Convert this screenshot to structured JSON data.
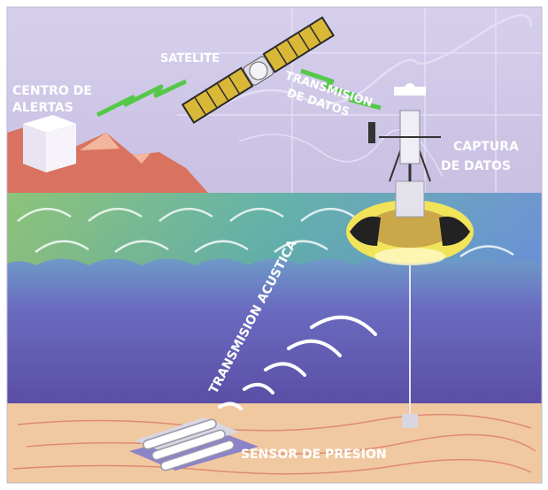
{
  "labels": {
    "satellite": "SATELITE",
    "alert_center_line1": "CENTRO DE",
    "alert_center_line2": "ALERTAS",
    "data_transmission_line1": "TRANSMISION",
    "data_transmission_line2": "DE DATOS",
    "data_capture_line1": "CAPTURA",
    "data_capture_line2": "DE DATOS",
    "acoustic_transmission": "TRANSMISION ACUSTICA",
    "pressure_sensor": "SENSOR DE PRESION"
  },
  "colors": {
    "sky": "#cfc8e6",
    "land": "#d9735f",
    "sea_top": "#7fbf9a",
    "sea_deep": "#5a4fa8",
    "seabed": "#f1c9a0",
    "signal": "#55c84a",
    "buoy_yellow": "#f2e45a",
    "text": "#ffffff"
  }
}
